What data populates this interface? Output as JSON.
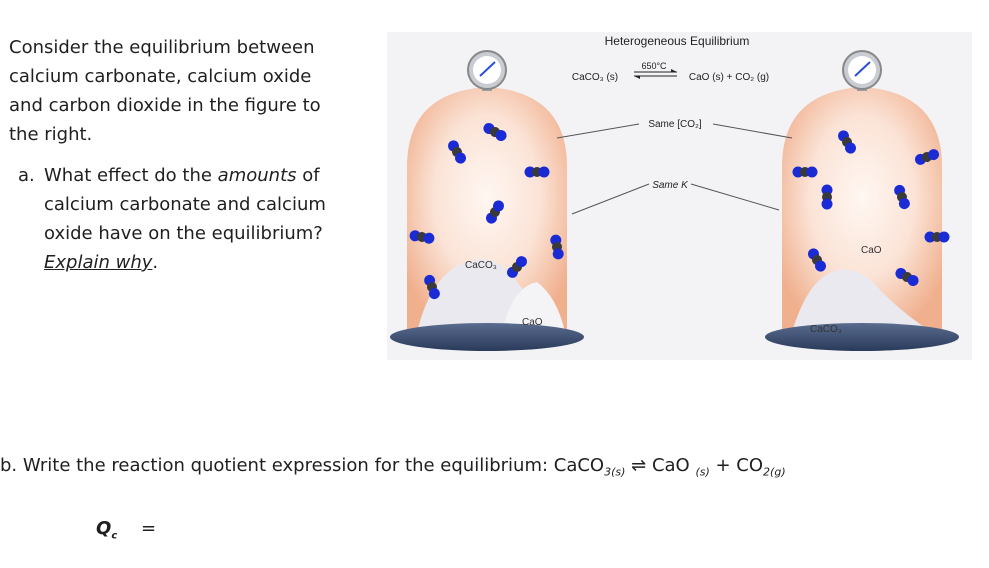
{
  "intro": {
    "line1": "Consider the equilibrium between",
    "line2": "calcium carbonate, calcium oxide",
    "line3": "and carbon dioxide in the figure to",
    "line4": "the right."
  },
  "question_a": {
    "letter": "a.",
    "line1_pre": "What effect do the ",
    "line1_em": "amounts",
    "line1_post": " of",
    "line2": "calcium carbonate and calcium",
    "line3": "oxide have on the equilibrium?",
    "line4": "Explain why",
    "line4_end": "."
  },
  "figure": {
    "title": "Heterogeneous Equilibrium",
    "temperature": "650°C",
    "reactant": "CaCO₃ (s)",
    "products": "CaO (s)  + CO₂ (g)",
    "same_co2": "Same [CO₂]",
    "same_k": "Same K",
    "left_jar": {
      "label_caco3": "CaCO₃",
      "label_cao": "CaO"
    },
    "right_jar": {
      "label_cao": "CaO",
      "label_caco3": "CaCO₃"
    },
    "colors": {
      "jar_edge": "#f0b59a",
      "base": "#3b4f73",
      "o_atom": "#1a2bd6",
      "c_atom": "#2f2f2f"
    }
  },
  "question_b": {
    "text": "b. Write the reaction quotient expression for the equilibrium:  CaCO",
    "sub1": "3(s)",
    "arrow": " ⇌ ",
    "cao": " CaO ",
    "sub2": "(s)",
    "plus": " +  CO",
    "sub3": "2(g)"
  },
  "qc": {
    "symbol": "Q",
    "sub": "c",
    "equals": "="
  }
}
